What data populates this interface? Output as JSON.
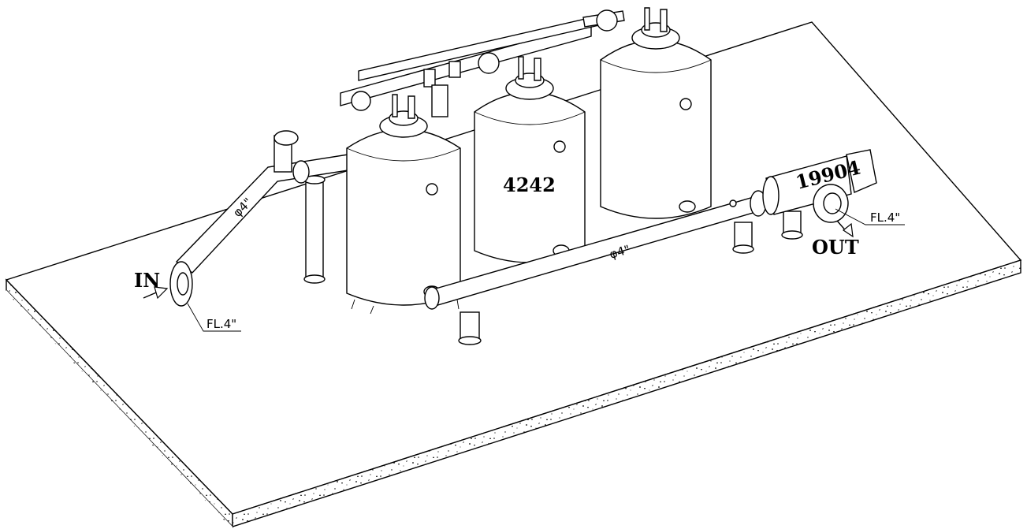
{
  "labels": {
    "inlet": "IN",
    "outlet": "OUT",
    "inlet_flange": "FL.4\"",
    "outlet_flange": "FL.4\"",
    "inlet_pipe_dia": "φ4\"",
    "outlet_pipe_dia": "φ4\"",
    "tank_number": "4242",
    "meter_number": "19904"
  },
  "tanks": {
    "count": 3
  }
}
